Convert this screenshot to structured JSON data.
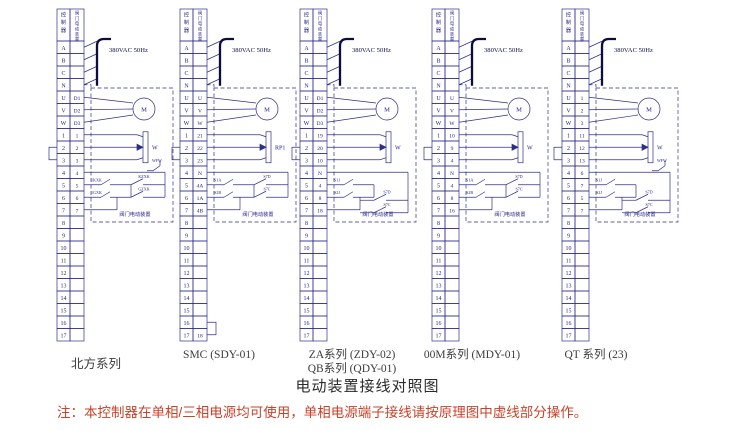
{
  "page": {
    "title": "电动装置接线对照图",
    "note": "注：本控制器在单相/三相电源均可使用，单相电源端子接线请按原理图中虚线部分操作。"
  },
  "colors": {
    "line": "#2e2e8a",
    "text": "#24248a",
    "bus": "#0d0d3d",
    "caption": "#3b3b3b",
    "note": "#c8432a"
  },
  "shared": {
    "header_left": "控制器",
    "header_right": "阀门电动装置",
    "power_label": "380VAC 50Hz",
    "power_rows": [
      "A",
      "B",
      "C",
      "N"
    ],
    "motor_label": "M",
    "box_label": "阀门电动装置"
  },
  "diagrams": [
    {
      "id": "beifang",
      "caption": "北方系列",
      "pot_label": "W",
      "pot_sub": "WFW",
      "low_right": false,
      "link_17_18": false,
      "switch_labels": [
        "1KXK",
        "KZXK",
        "1GXK",
        "GZXK"
      ],
      "rows": [
        [
          "U",
          "D1"
        ],
        [
          "V",
          "D2"
        ],
        [
          "W",
          "D3"
        ],
        [
          "1",
          "1"
        ],
        [
          "2",
          "2"
        ],
        [
          "3",
          "3"
        ],
        [
          "4",
          "4"
        ],
        [
          "5",
          "5"
        ],
        [
          "6",
          "6"
        ],
        [
          "7",
          "7"
        ],
        [
          "8",
          ""
        ],
        [
          "9",
          ""
        ],
        [
          "10",
          ""
        ],
        [
          "11",
          ""
        ],
        [
          "12",
          ""
        ],
        [
          "13",
          ""
        ],
        [
          "14",
          ""
        ],
        [
          "15",
          ""
        ],
        [
          "16",
          ""
        ],
        [
          "17",
          ""
        ]
      ]
    },
    {
      "id": "smc",
      "caption": "SMC (SDY-01)",
      "pot_label": "RP1",
      "pot_sub": "",
      "low_right": false,
      "link_17_18": true,
      "switch_labels": [
        "S1A",
        "S7D",
        "S2B",
        "S7C"
      ],
      "rows": [
        [
          "U",
          "U"
        ],
        [
          "V",
          "V"
        ],
        [
          "W",
          "W"
        ],
        [
          "1",
          "21"
        ],
        [
          "2",
          "22"
        ],
        [
          "3",
          "23"
        ],
        [
          "4",
          "N"
        ],
        [
          "5",
          "4A"
        ],
        [
          "6",
          "1A"
        ],
        [
          "7",
          "4B"
        ],
        [
          "8",
          ""
        ],
        [
          "9",
          ""
        ],
        [
          "10",
          ""
        ],
        [
          "11",
          ""
        ],
        [
          "12",
          ""
        ],
        [
          "13",
          ""
        ],
        [
          "14",
          ""
        ],
        [
          "15",
          ""
        ],
        [
          "16",
          ""
        ],
        [
          "17",
          "18"
        ]
      ]
    },
    {
      "id": "za-qb",
      "caption": "ZA系列 (ZDY-02)",
      "caption2": "QB系列 (QDY-01)",
      "pot_label": "W",
      "pot_sub": "",
      "low_right": true,
      "link_17_18": false,
      "switch_labels": [
        "S1J",
        "S7D",
        "S2J",
        "S7C"
      ],
      "rows": [
        [
          "U",
          "D1"
        ],
        [
          "V",
          "D2"
        ],
        [
          "W",
          "D3"
        ],
        [
          "1",
          "19"
        ],
        [
          "2",
          "20"
        ],
        [
          "3",
          "10"
        ],
        [
          "4",
          "N"
        ],
        [
          "5",
          "4"
        ],
        [
          "6",
          "8"
        ],
        [
          "7",
          "18"
        ],
        [
          "8",
          ""
        ],
        [
          "9",
          ""
        ],
        [
          "10",
          ""
        ],
        [
          "11",
          ""
        ],
        [
          "12",
          ""
        ],
        [
          "13",
          ""
        ],
        [
          "14",
          ""
        ],
        [
          "15",
          ""
        ],
        [
          "16",
          ""
        ],
        [
          "17",
          ""
        ]
      ]
    },
    {
      "id": "oom",
      "caption": "00M系列 (MDY-01)",
      "pot_label": "W",
      "pot_sub": "",
      "low_right": false,
      "link_17_18": false,
      "switch_labels": [
        "S1A",
        "S7D",
        "S2B",
        "S7C"
      ],
      "rows": [
        [
          "U",
          "U"
        ],
        [
          "V",
          "V"
        ],
        [
          "W",
          "W"
        ],
        [
          "1",
          "10"
        ],
        [
          "2",
          "9"
        ],
        [
          "3",
          "4"
        ],
        [
          "4",
          "N"
        ],
        [
          "5",
          "4"
        ],
        [
          "6",
          "8"
        ],
        [
          "7",
          "16"
        ],
        [
          "8",
          ""
        ],
        [
          "9",
          ""
        ],
        [
          "10",
          ""
        ],
        [
          "11",
          ""
        ],
        [
          "12",
          ""
        ],
        [
          "13",
          ""
        ],
        [
          "14",
          ""
        ],
        [
          "15",
          ""
        ],
        [
          "16",
          ""
        ],
        [
          "17",
          ""
        ]
      ]
    },
    {
      "id": "qt",
      "caption": "QT 系列 (23)",
      "pot_label": "W",
      "pot_sub": "WFW",
      "low_right": true,
      "link_17_18": false,
      "switch_labels": [
        "S1J",
        "S7D",
        "S2J",
        "S7C"
      ],
      "rows": [
        [
          "U",
          "1"
        ],
        [
          "V",
          "2"
        ],
        [
          "W",
          "3"
        ],
        [
          "1",
          "11"
        ],
        [
          "2",
          "12"
        ],
        [
          "3",
          "13"
        ],
        [
          "4",
          "6"
        ],
        [
          "5",
          "7"
        ],
        [
          "6",
          "5"
        ],
        [
          "7",
          "7"
        ],
        [
          "8",
          ""
        ],
        [
          "9",
          ""
        ],
        [
          "10",
          ""
        ],
        [
          "11",
          ""
        ],
        [
          "12",
          ""
        ],
        [
          "13",
          ""
        ],
        [
          "14",
          ""
        ],
        [
          "15",
          ""
        ],
        [
          "16",
          ""
        ],
        [
          "17",
          ""
        ]
      ]
    }
  ]
}
